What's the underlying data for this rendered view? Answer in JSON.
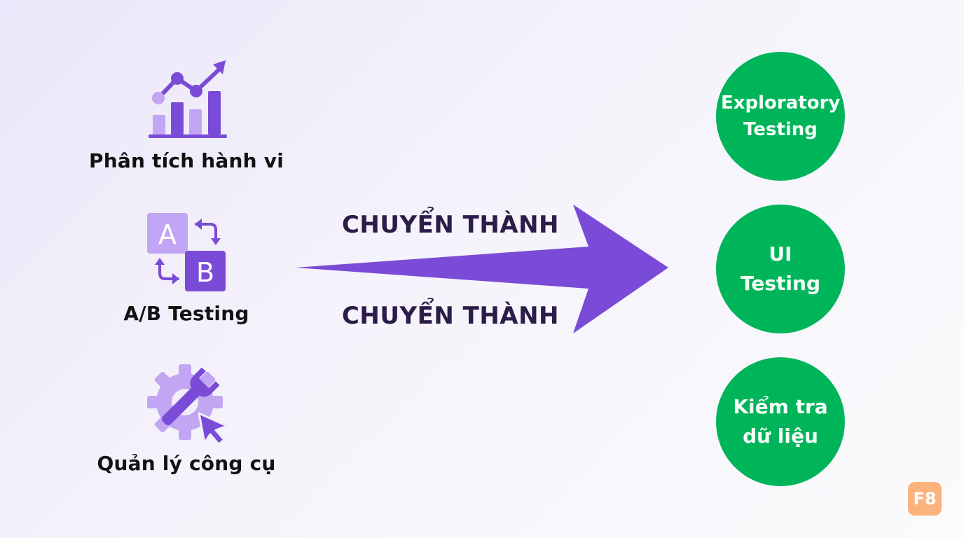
{
  "left_items": [
    {
      "label": "Phân tích hành vi",
      "icon": "analytics-chart-icon"
    },
    {
      "label": "A/B Testing",
      "icon": "ab-swap-icon",
      "icon_letters": [
        "A",
        "B"
      ]
    },
    {
      "label": "Quản lý công cụ",
      "icon": "tool-gear-cursor-icon"
    }
  ],
  "arrow": {
    "top_caption": "CHUYỂN THÀNH",
    "bottom_caption": "CHUYỂN THÀNH"
  },
  "right_items": [
    {
      "lines": [
        "Exploratory",
        "Testing"
      ]
    },
    {
      "lines": [
        "UI",
        "Testing"
      ]
    },
    {
      "lines": [
        "Kiểm tra",
        "dữ liệu"
      ]
    }
  ],
  "badge": {
    "text": "F8"
  },
  "colors": {
    "purple": "#7a4bd6",
    "purple_light": "#b99af0",
    "green": "#00b45a",
    "badge": "#fbb27d"
  }
}
